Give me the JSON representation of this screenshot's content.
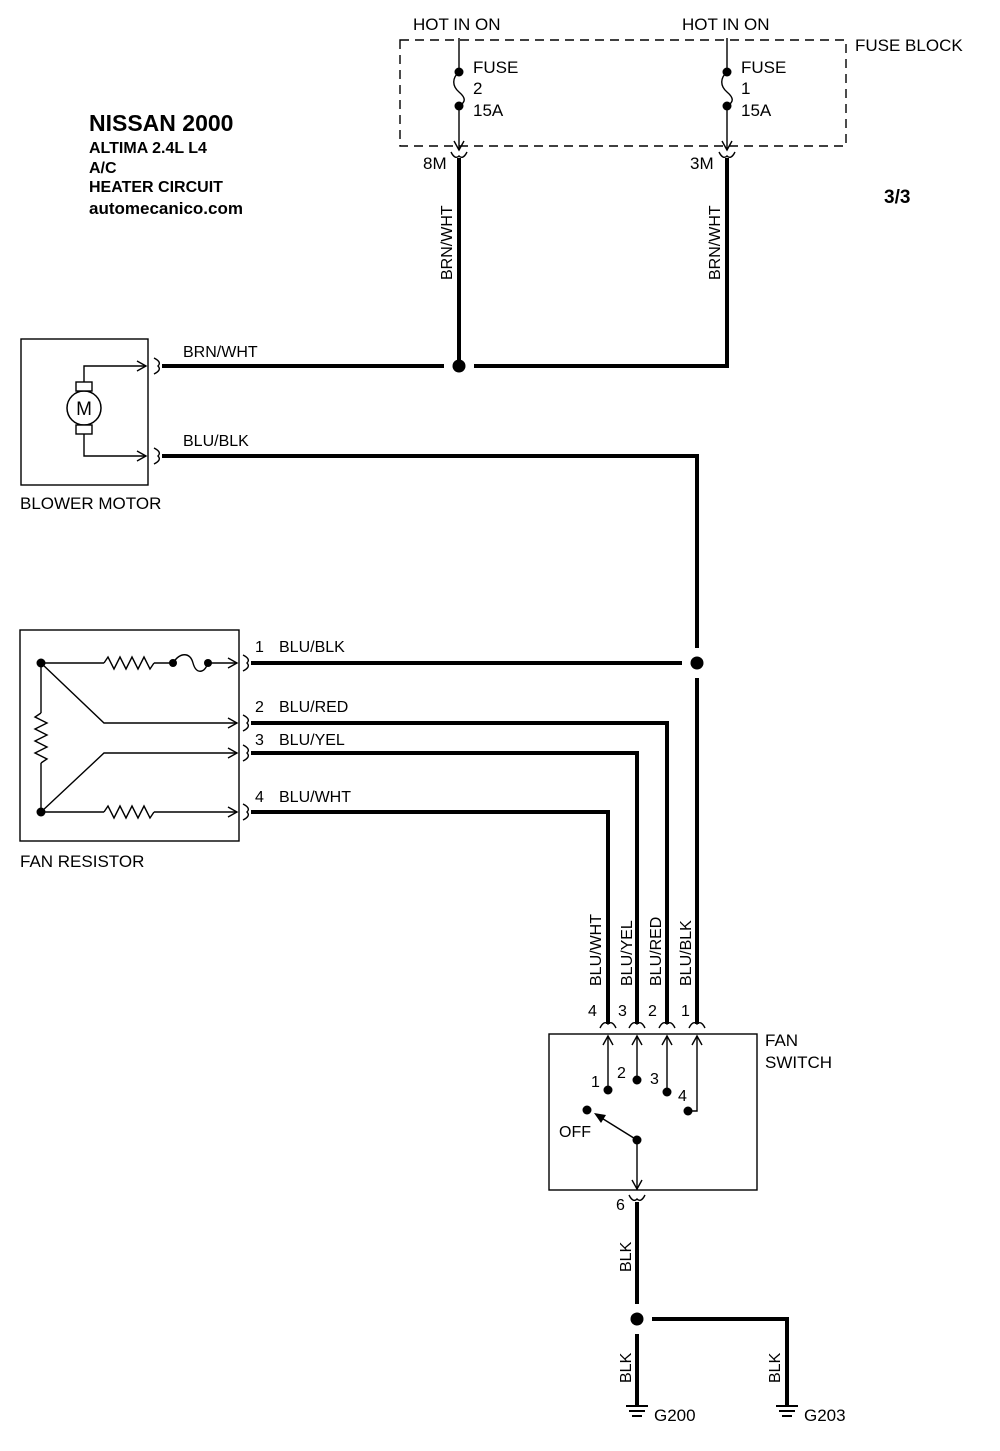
{
  "header": {
    "title": "NISSAN 2000",
    "model": "ALTIMA  2.4L  L4",
    "system": "A/C",
    "circuit": "HEATER CIRCUIT",
    "website": "automecanico.com",
    "page": "3/3"
  },
  "fuse_block": {
    "label": "FUSE BLOCK",
    "fuses": [
      {
        "hot_label": "HOT IN ON",
        "word": "FUSE",
        "number": "2",
        "rating": "15A",
        "pin": "8M",
        "wire": "BRN/WHT"
      },
      {
        "hot_label": "HOT IN ON",
        "word": "FUSE",
        "number": "1",
        "rating": "15A",
        "pin": "3M",
        "wire": "BRN/WHT"
      }
    ]
  },
  "blower_motor": {
    "label": "BLOWER MOTOR",
    "motor_symbol": "M",
    "wires": [
      "BRN/WHT",
      "BLU/BLK"
    ]
  },
  "fan_resistor": {
    "label": "FAN RESISTOR",
    "wires": [
      {
        "pin": "1",
        "color": "BLU/BLK"
      },
      {
        "pin": "2",
        "color": "BLU/RED"
      },
      {
        "pin": "3",
        "color": "BLU/YEL"
      },
      {
        "pin": "4",
        "color": "BLU/WHT"
      }
    ]
  },
  "fan_switch": {
    "label_line1": "FAN",
    "label_line2": "SWITCH",
    "input_wires": [
      {
        "pin": "4",
        "color": "BLU/WHT"
      },
      {
        "pin": "3",
        "color": "BLU/YEL"
      },
      {
        "pin": "2",
        "color": "BLU/RED"
      },
      {
        "pin": "1",
        "color": "BLU/BLK"
      }
    ],
    "positions": [
      "1",
      "2",
      "3",
      "4"
    ],
    "off_label": "OFF",
    "output_pin": "6",
    "output_wire": "BLK"
  },
  "grounds": [
    {
      "wire": "BLK",
      "name": "G200"
    },
    {
      "wire": "BLK",
      "name": "G203"
    }
  ]
}
